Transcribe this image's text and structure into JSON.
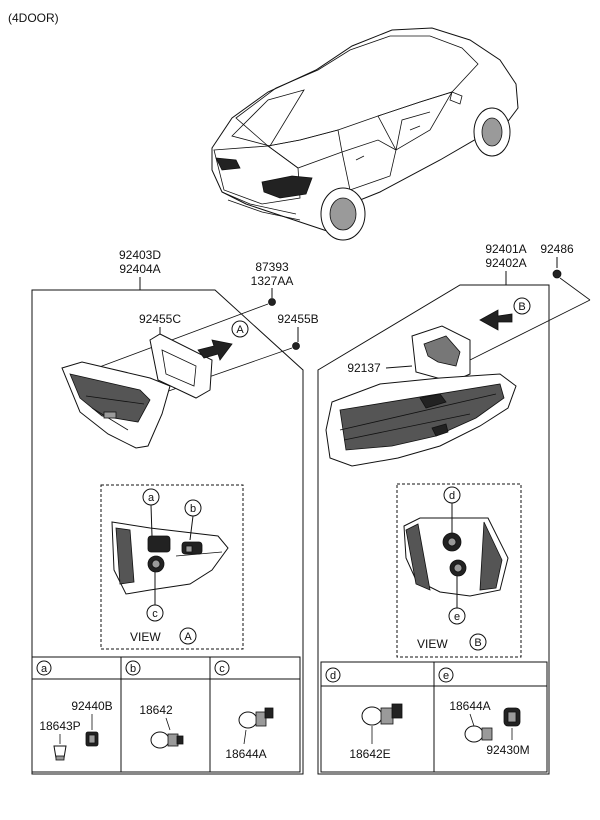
{
  "title": "(4DOOR)",
  "left_assembly": {
    "part_numbers": [
      "92403D",
      "92404A"
    ],
    "screw_numbers": [
      "87393",
      "1327AA"
    ],
    "gasket": "92455C",
    "nut": "92455B",
    "view_marker": "A"
  },
  "right_assembly": {
    "part_numbers": [
      "92401A",
      "92402A"
    ],
    "nut": "92486",
    "cover": "92137",
    "view_marker": "B"
  },
  "view_a": {
    "label": "VIEW",
    "marker": "A",
    "callouts": [
      "a",
      "b",
      "c"
    ]
  },
  "view_b": {
    "label": "VIEW",
    "marker": "B",
    "callouts": [
      "d",
      "e"
    ]
  },
  "bulb_table_left": [
    {
      "key": "a",
      "parts": [
        "92440B",
        "18643P"
      ]
    },
    {
      "key": "b",
      "parts": [
        "18642"
      ]
    },
    {
      "key": "c",
      "parts": [
        "18644A"
      ]
    }
  ],
  "bulb_table_right": [
    {
      "key": "d",
      "parts": [
        "18642E"
      ]
    },
    {
      "key": "e",
      "parts": [
        "18644A",
        "92430M"
      ]
    }
  ]
}
